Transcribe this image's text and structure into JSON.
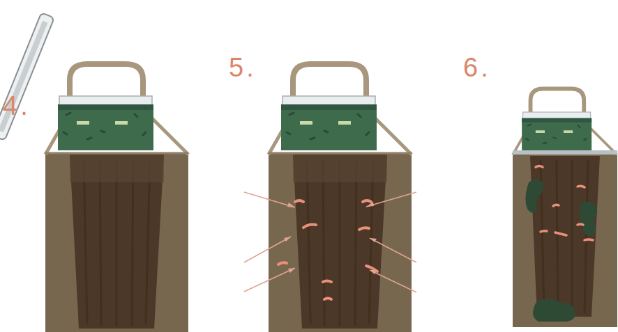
{
  "diagram": {
    "labels": [
      "4.",
      "5.",
      "6."
    ]
  }
}
